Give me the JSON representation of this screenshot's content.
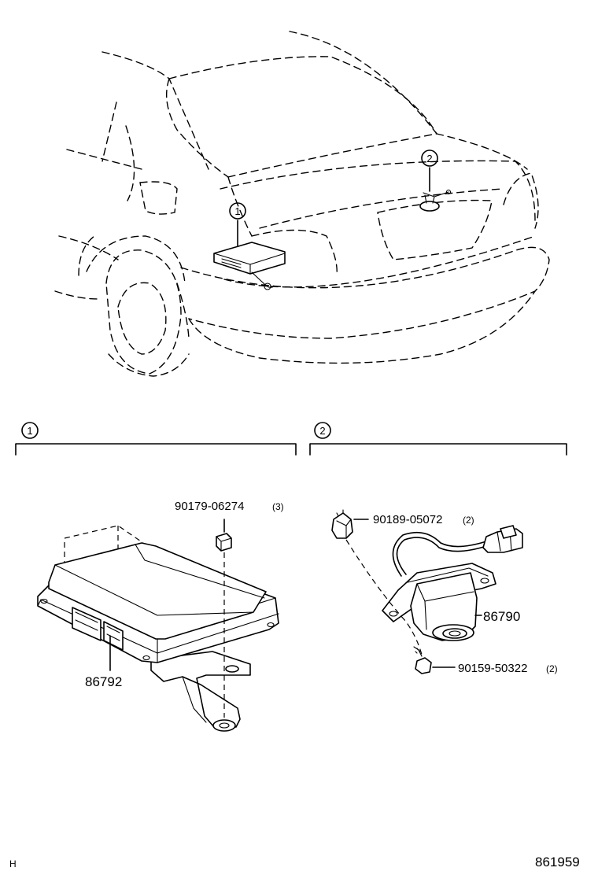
{
  "callouts": {
    "one": "1",
    "two": "2"
  },
  "parts": {
    "ecu": "86792",
    "ecu_nut": "90179-06274",
    "ecu_nut_qty": "(3)",
    "camera": "86790",
    "clip": "90189-05072",
    "clip_qty": "(2)",
    "screw": "90159-50322",
    "screw_qty": "(2)"
  },
  "footer": {
    "code": "H",
    "diagram_number": "861959"
  }
}
